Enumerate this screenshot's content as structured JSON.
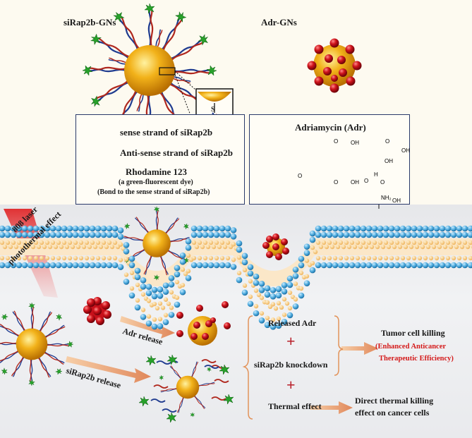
{
  "top": {
    "sirap_title": "siRap2b-GNs",
    "adr_title": "Adr-GNs",
    "sulfur_label": "S"
  },
  "legend_left": {
    "sense_label": "sense strand of siRap2b",
    "antisense_label": "Anti-sense strand of siRap2b",
    "rhodamine_title": "Rhodamine 123",
    "rhodamine_sub1": "(a green-fluorescent dye)",
    "rhodamine_sub2": "(Bond to the sense strand of siRap2b)"
  },
  "legend_right": {
    "adr_label": "Adriamycin (Adr)",
    "chem_o1": "O",
    "chem_oh1": "OH",
    "chem_o2": "O",
    "chem_oh2": "OH",
    "chem_oh3": "OH",
    "chem_o3": "O",
    "chem_oh4": "OH",
    "chem_h": "H",
    "chem_o4": "O",
    "chem_o5": "O",
    "chem_oh5": "OH",
    "chem_nh2": "NH₂",
    "chem_o6": "O"
  },
  "laser": {
    "line1": "808 laser",
    "line2": "photothermal effect"
  },
  "process": {
    "adr_release": "Adr release",
    "sirap_release": "siRap2b release",
    "released_adr": "Released Adr",
    "knockdown": "siRap2b knockdown",
    "thermal": "Thermal effect",
    "plus": "+",
    "tumor_killing": "Tumor cell killing",
    "enhanced1": "(Enhanced Anticancer",
    "enhanced2": "Therapeutic Efficiency)",
    "direct1": "Direct thermal killing",
    "direct2": "effect   on cancer cells"
  },
  "colors": {
    "gold": "#e6a20a",
    "adr_red": "#c8101a",
    "rhodamine_green": "#27a12a",
    "sense_blue": "#1f3b8f",
    "antisense_red": "#b0281e",
    "membrane_blue": "#4aa8dc",
    "lipid_orange": "#f0b35a",
    "arrow_orange": "#e2935a"
  }
}
